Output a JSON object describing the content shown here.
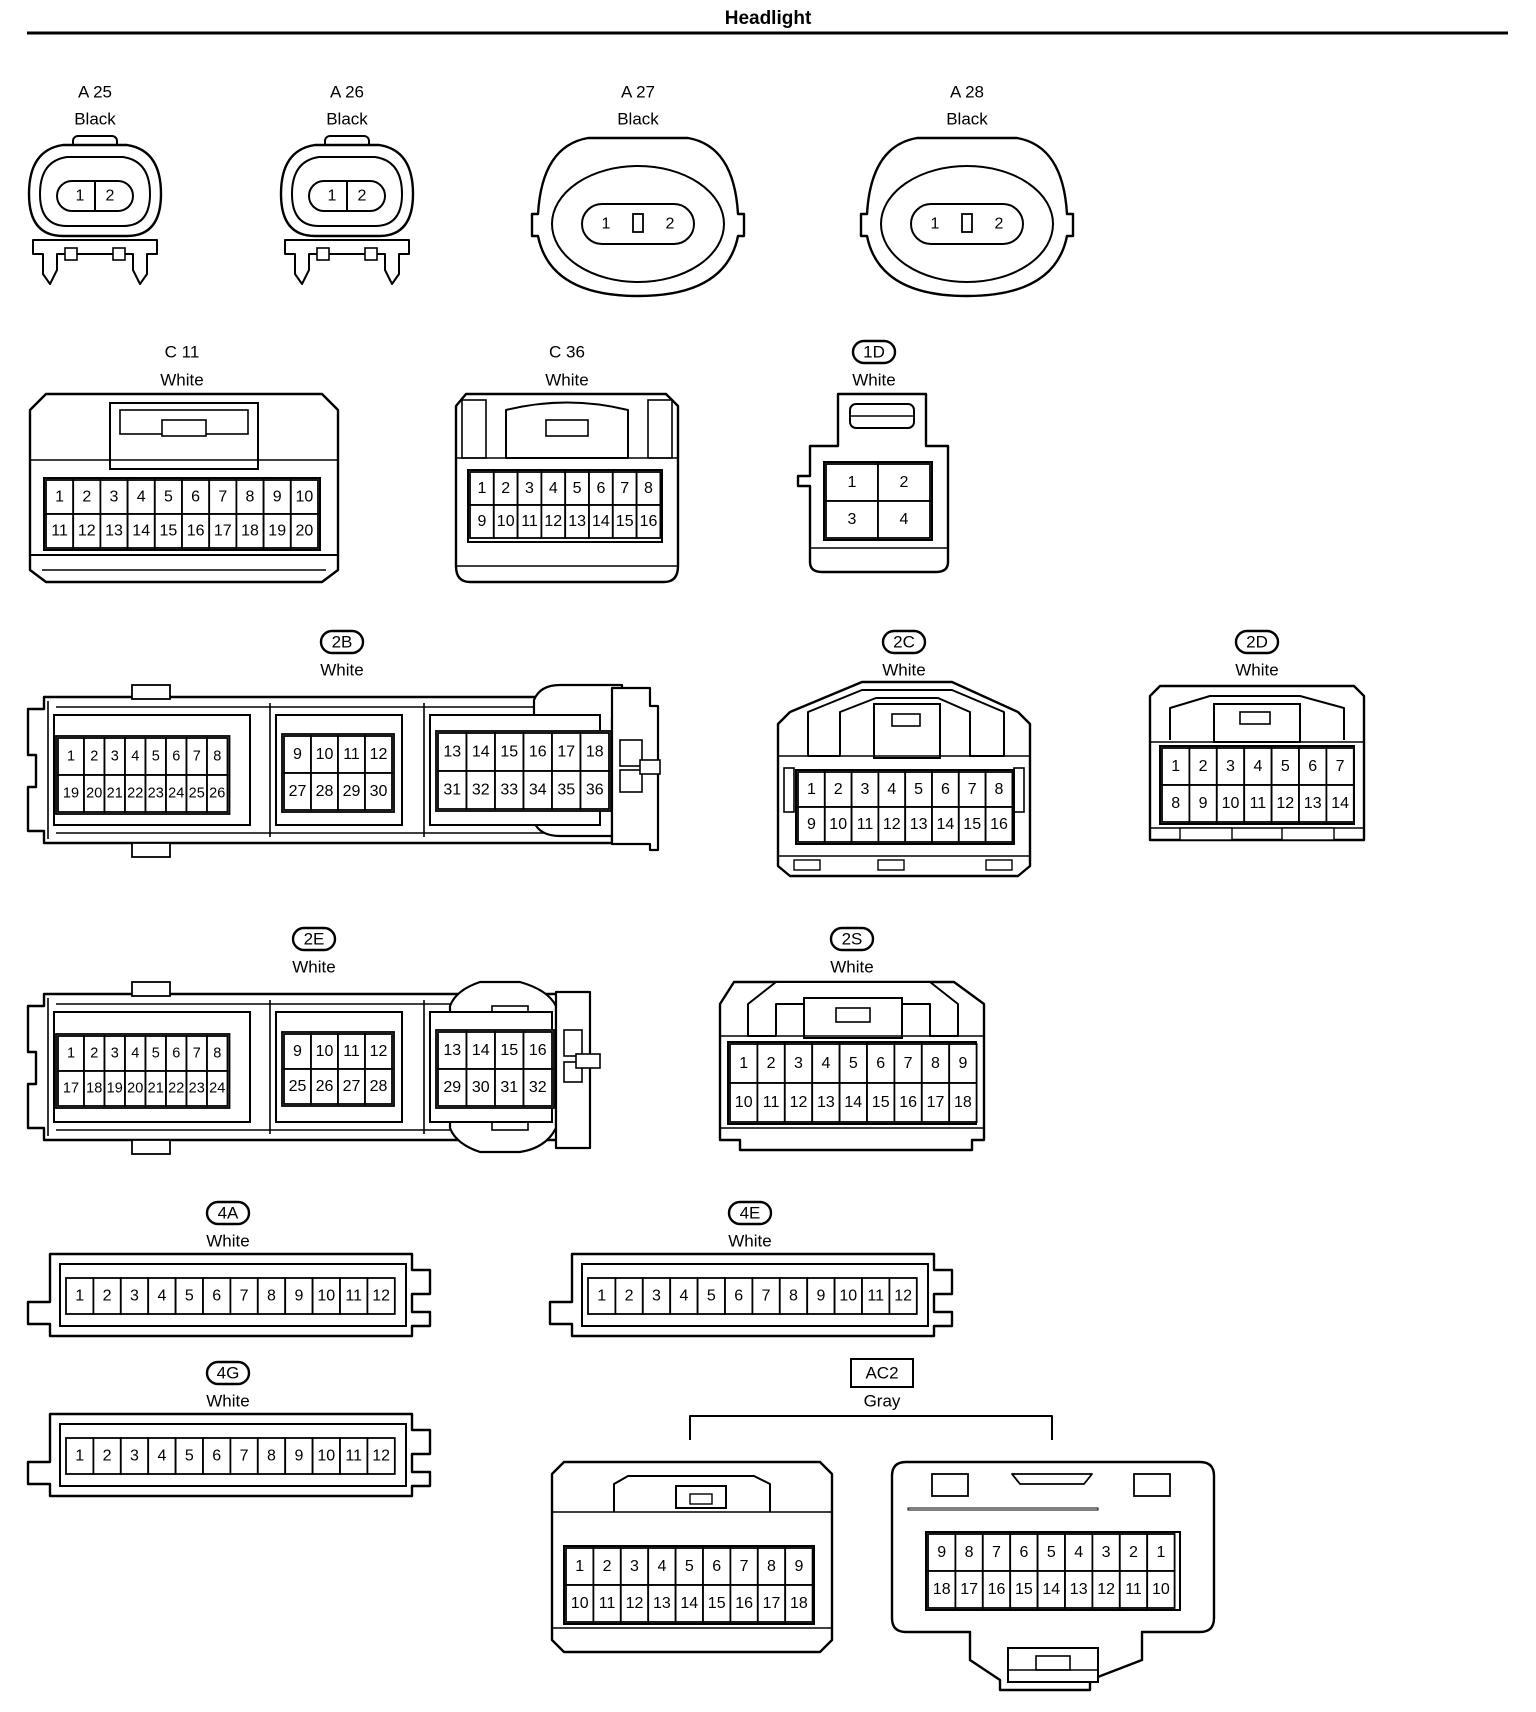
{
  "title": "Headlight",
  "connectors": [
    {
      "id": "a25",
      "code": "A 25",
      "color": "Black",
      "badge": "plain",
      "pins": [
        "1",
        "2"
      ]
    },
    {
      "id": "a26",
      "code": "A 26",
      "color": "Black",
      "badge": "plain",
      "pins": [
        "1",
        "2"
      ]
    },
    {
      "id": "a27",
      "code": "A 27",
      "color": "Black",
      "badge": "plain",
      "pins": [
        "1",
        "2"
      ]
    },
    {
      "id": "a28",
      "code": "A 28",
      "color": "Black",
      "badge": "plain",
      "pins": [
        "1",
        "2"
      ]
    },
    {
      "id": "c11",
      "code": "C 11",
      "color": "White",
      "badge": "plain",
      "rows": [
        [
          "1",
          "2",
          "3",
          "4",
          "5",
          "6",
          "7",
          "8",
          "9",
          "10"
        ],
        [
          "11",
          "12",
          "13",
          "14",
          "15",
          "16",
          "17",
          "18",
          "19",
          "20"
        ]
      ]
    },
    {
      "id": "c36",
      "code": "C 36",
      "color": "White",
      "badge": "plain",
      "rows": [
        [
          "1",
          "2",
          "3",
          "4",
          "5",
          "6",
          "7",
          "8"
        ],
        [
          "9",
          "10",
          "11",
          "12",
          "13",
          "14",
          "15",
          "16"
        ]
      ]
    },
    {
      "id": "1d",
      "code": "1D",
      "color": "White",
      "badge": "oval",
      "rows": [
        [
          "1",
          "2"
        ],
        [
          "3",
          "4"
        ]
      ]
    },
    {
      "id": "2b",
      "code": "2B",
      "color": "White",
      "badge": "oval",
      "blocks": [
        [
          [
            "1",
            "2",
            "3",
            "4",
            "5",
            "6",
            "7",
            "8"
          ],
          [
            "19",
            "20",
            "21",
            "22",
            "23",
            "24",
            "25",
            "26"
          ]
        ],
        [
          [
            "9",
            "10",
            "11",
            "12"
          ],
          [
            "27",
            "28",
            "29",
            "30"
          ]
        ],
        [
          [
            "13",
            "14",
            "15",
            "16",
            "17",
            "18"
          ],
          [
            "31",
            "32",
            "33",
            "34",
            "35",
            "36"
          ]
        ]
      ]
    },
    {
      "id": "2c",
      "code": "2C",
      "color": "White",
      "badge": "oval",
      "rows": [
        [
          "1",
          "2",
          "3",
          "4",
          "5",
          "6",
          "7",
          "8"
        ],
        [
          "9",
          "10",
          "11",
          "12",
          "13",
          "14",
          "15",
          "16"
        ]
      ]
    },
    {
      "id": "2d",
      "code": "2D",
      "color": "White",
      "badge": "oval",
      "rows": [
        [
          "1",
          "2",
          "3",
          "4",
          "5",
          "6",
          "7"
        ],
        [
          "8",
          "9",
          "10",
          "11",
          "12",
          "13",
          "14"
        ]
      ]
    },
    {
      "id": "2e",
      "code": "2E",
      "color": "White",
      "badge": "oval",
      "blocks": [
        [
          [
            "1",
            "2",
            "3",
            "4",
            "5",
            "6",
            "7",
            "8"
          ],
          [
            "17",
            "18",
            "19",
            "20",
            "21",
            "22",
            "23",
            "24"
          ]
        ],
        [
          [
            "9",
            "10",
            "11",
            "12"
          ],
          [
            "25",
            "26",
            "27",
            "28"
          ]
        ],
        [
          [
            "13",
            "14",
            "15",
            "16"
          ],
          [
            "29",
            "30",
            "31",
            "32"
          ]
        ]
      ]
    },
    {
      "id": "2s",
      "code": "2S",
      "color": "White",
      "badge": "oval",
      "rows": [
        [
          "1",
          "2",
          "3",
          "4",
          "5",
          "6",
          "7",
          "8",
          "9"
        ],
        [
          "10",
          "11",
          "12",
          "13",
          "14",
          "15",
          "16",
          "17",
          "18"
        ]
      ]
    },
    {
      "id": "4a",
      "code": "4A",
      "color": "White",
      "badge": "oval",
      "rows": [
        [
          "1",
          "2",
          "3",
          "4",
          "5",
          "6",
          "7",
          "8",
          "9",
          "10",
          "11",
          "12"
        ]
      ]
    },
    {
      "id": "4e",
      "code": "4E",
      "color": "White",
      "badge": "oval",
      "rows": [
        [
          "1",
          "2",
          "3",
          "4",
          "5",
          "6",
          "7",
          "8",
          "9",
          "10",
          "11",
          "12"
        ]
      ]
    },
    {
      "id": "4g",
      "code": "4G",
      "color": "White",
      "badge": "oval",
      "rows": [
        [
          "1",
          "2",
          "3",
          "4",
          "5",
          "6",
          "7",
          "8",
          "9",
          "10",
          "11",
          "12"
        ]
      ]
    },
    {
      "id": "ac2",
      "code": "AC2",
      "color": "Gray",
      "badge": "box",
      "male": [
        [
          "1",
          "2",
          "3",
          "4",
          "5",
          "6",
          "7",
          "8",
          "9"
        ],
        [
          "10",
          "11",
          "12",
          "13",
          "14",
          "15",
          "16",
          "17",
          "18"
        ]
      ],
      "female": [
        [
          "9",
          "8",
          "7",
          "6",
          "5",
          "4",
          "3",
          "2",
          "1"
        ],
        [
          "18",
          "17",
          "16",
          "15",
          "14",
          "13",
          "12",
          "11",
          "10"
        ]
      ]
    }
  ]
}
